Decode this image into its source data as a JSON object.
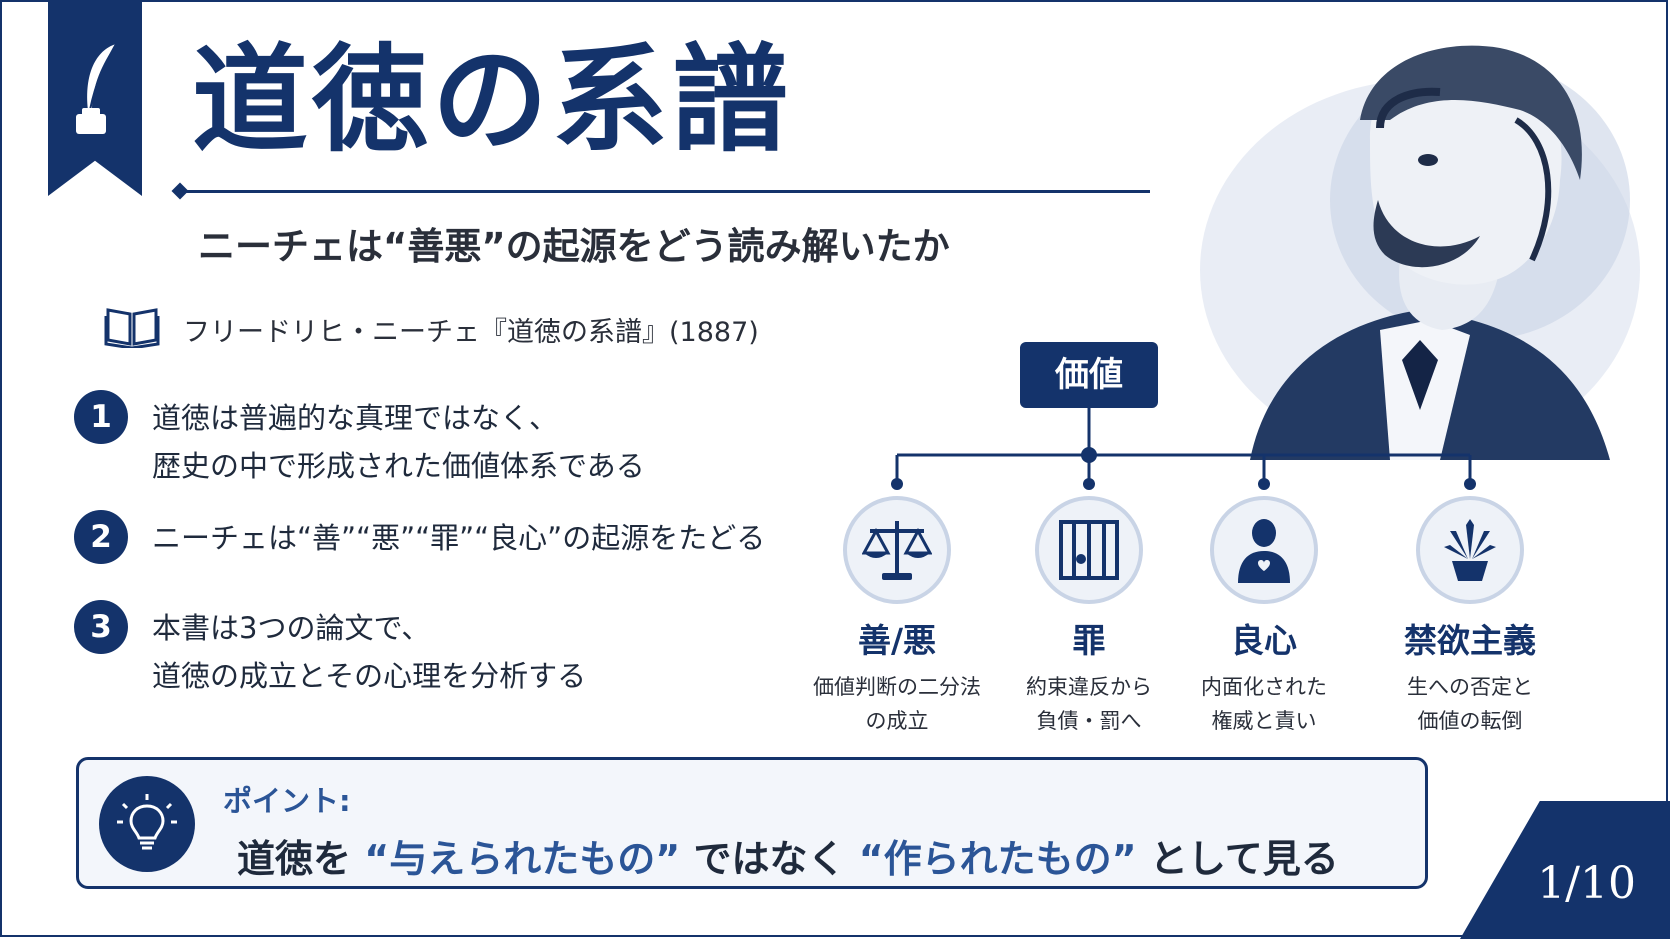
{
  "title": "道徳の系譜",
  "subtitle": "ニーチェは“善悪”の起源をどう読み解いたか",
  "source": "フリードリヒ・ニーチェ『道徳の系譜』(1887)",
  "points": [
    {
      "num": "1",
      "text": "道徳は普遍的な真理ではなく、\n歴史の中で形成された価値体系である"
    },
    {
      "num": "2",
      "text": "ニーチェは“善”“悪”“罪”“良心”の起源をたどる"
    },
    {
      "num": "3",
      "text": "本書は3つの論文で、\n道徳の成立とその心理を分析する"
    }
  ],
  "diagram": {
    "root": "価値",
    "children": [
      {
        "label": "善/悪",
        "desc": "価値判断の二分法\nの成立",
        "icon": "scales-icon"
      },
      {
        "label": "罪",
        "desc": "約束違反から\n負債・罰へ",
        "icon": "prison-bars-icon"
      },
      {
        "label": "良心",
        "desc": "内面化された\n権威と責い",
        "icon": "person-heart-icon"
      },
      {
        "label": "禁欲主義",
        "desc": "生への否定と\n価値の転倒",
        "icon": "potted-plant-icon"
      }
    ]
  },
  "callout": {
    "label": "ポイント:",
    "before": "道徳を",
    "hl1": "“与えられたもの”",
    "middle": "ではなく",
    "hl2": "“作られたもの”",
    "after": "として見る"
  },
  "page": "1/10",
  "colors": {
    "navy": "#14336b",
    "accent": "#2b5597",
    "light": "#eef2f8"
  }
}
